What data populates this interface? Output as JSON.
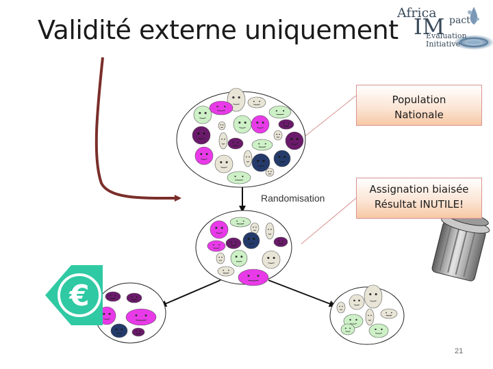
{
  "slide": {
    "title": "Validité externe uniquement",
    "page_number": "21"
  },
  "logo": {
    "line1": "Africa",
    "line2": "IM",
    "line3": "pact",
    "line4": "Evaluation",
    "line5": "Initiative"
  },
  "callouts": {
    "population_line1": "Population",
    "population_line2": "Nationale",
    "bias_line1": "Assignation biaisée",
    "bias_line2": "Résultat INUTILE!"
  },
  "labels": {
    "randomisation": "Randomisation",
    "euro_symbol": "€"
  },
  "colors": {
    "magenta": "#e83ae8",
    "purple": "#6a1a6a",
    "navy": "#243a6a",
    "green": "#cdf0c6",
    "beige": "#e8e4d6",
    "arrow": "#7a2e2a",
    "euro_green": "#2fc9a3"
  }
}
